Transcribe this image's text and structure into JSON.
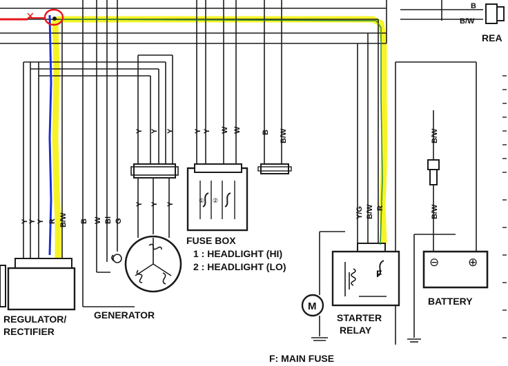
{
  "components": {
    "regulator": "REGULATOR/",
    "regulator_line2": "RECTIFIER",
    "generator": "GENERATOR",
    "fuse_box": "FUSE BOX",
    "fuse_1": "1 : HEADLIGHT (HI)",
    "fuse_2": "2 : HEADLIGHT (LO)",
    "starter_relay": "STARTER",
    "starter_relay_line2": "RELAY",
    "battery": "BATTERY",
    "motor": "M",
    "relay_fuse": "F",
    "rear": "REA",
    "main_fuse": "F: MAIN FUSE",
    "battery_neg": "⊖",
    "battery_pos": "⊕",
    "fuse_1_mark": "①",
    "fuse_2_mark": "②"
  },
  "wire_labels": {
    "top_b": "B",
    "top_bw": "B/W",
    "reg_y1": "Y",
    "reg_y2": "Y",
    "reg_y3": "Y",
    "reg_r": "R",
    "reg_bw": "B/W",
    "gen_b": "B",
    "gen_w": "W",
    "gen_bl": "Bl",
    "gen_g": "G",
    "gen_y1": "Y",
    "gen_y2": "Y",
    "gen_y3": "Y",
    "gen_top_y1": "Y",
    "gen_top_y2": "Y",
    "gen_top_y3": "Y",
    "fuse_y1": "Y",
    "fuse_y2": "Y",
    "fuse_w1": "W",
    "fuse_w2": "W",
    "conn_b": "B",
    "conn_bw": "B/W",
    "relay_yg": "Y/G",
    "relay_bw": "B/W",
    "relay_r": "R",
    "batt_bw_top": "B/W",
    "batt_bw_bottom": "B/W"
  },
  "annotations": {
    "red_cross": "×"
  },
  "colors": {
    "line": "#1a1a1a",
    "highlight": "#f4f200",
    "blue_trace": "#1a2fd8",
    "red_mark": "#e8151b",
    "green_trace": "#2c8a3c"
  }
}
